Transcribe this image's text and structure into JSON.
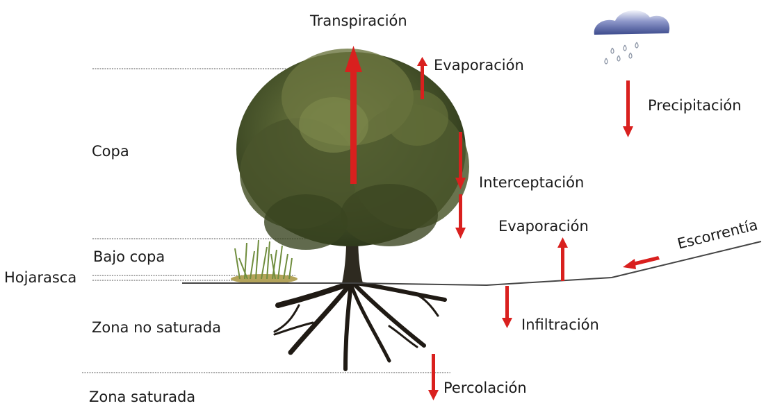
{
  "layers": {
    "copa": "Copa",
    "bajo_copa": "Bajo copa",
    "hojarasca": "Hojarasca",
    "zona_no_saturada": "Zona no saturada",
    "zona_saturada": "Zona saturada"
  },
  "processes": {
    "transpiracion": "Transpiración",
    "evaporacion_copa": "Evaporación",
    "precipitacion": "Precipitación",
    "interceptacion": "Interceptación",
    "evaporacion_suelo": "Evaporación",
    "escorrentia": "Escorrentía",
    "infiltracion": "Infiltración",
    "percolacion": "Percolación"
  },
  "colors": {
    "arrow": "#d9201e",
    "line": "#444444",
    "foliage": "#4c5a2c",
    "trunk": "#2e2a20",
    "cloud": "#5b6aa8"
  },
  "icons": {
    "tree": "tree-icon",
    "cloud": "rain-cloud-icon",
    "grass": "grass-icon"
  }
}
